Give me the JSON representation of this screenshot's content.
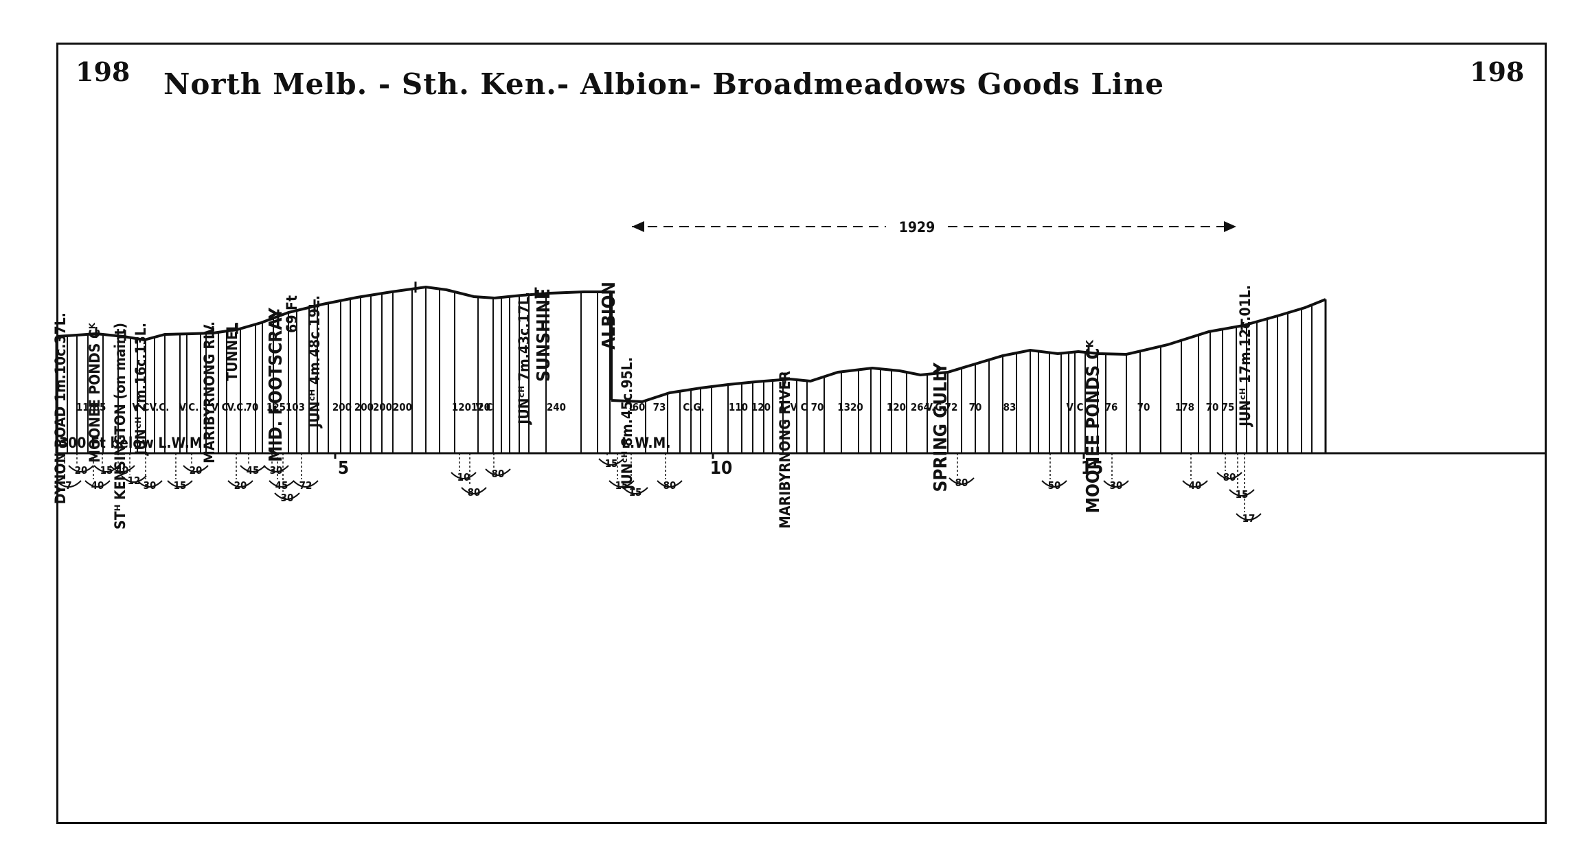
{
  "header": {
    "page_number_left": "198",
    "page_number_right": "198",
    "title": "North Melb. - Sth. Ken.- Albion- Broadmeadows Goods Line"
  },
  "profile": {
    "datum_label": "300 Ft below L.W.M.",
    "lwm_label": "L.W.M.",
    "bracket_year": "1929",
    "stations": [
      {
        "text": "DYNON ROAD 1m.10c.37L.",
        "cls": "lbl"
      },
      {
        "text": "MOONEE PONDS Cᴷ",
        "cls": "lbl"
      },
      {
        "text": "STᴴ KENSINGTON (on maint)",
        "cls": "lbl"
      },
      {
        "text": "JUNᶜᴴ 2m.16c.13L.",
        "cls": "lbl"
      },
      {
        "text": "MARIBYRNONG RIV.",
        "cls": "lbl"
      },
      {
        "text": "TUNNEL",
        "cls": "lbl"
      },
      {
        "text": "MID. FOOTSCRAY",
        "cls": "big"
      },
      {
        "text": "69 Ft",
        "cls": "lbl"
      },
      {
        "text": "JUNᶜᴴ 4m.48c.19L.",
        "cls": "lbl"
      },
      {
        "text": "JUNᶜᴴ 7m.43c.17L.",
        "cls": "lbl"
      },
      {
        "text": "SUNSHINE",
        "cls": "big"
      },
      {
        "text": "ALBION",
        "cls": "big"
      },
      {
        "text": "JUNᶜᴴ 8m.45c.95L.",
        "cls": "lbl"
      },
      {
        "text": "MARIBYRNONG RIVER",
        "cls": "lbl"
      },
      {
        "text": "SPRING GULLY",
        "cls": "big"
      },
      {
        "text": "MOONEE PONDS Cᴷ",
        "cls": "big"
      },
      {
        "text": "JUNᶜᴴ 17m.12c.01L.",
        "cls": "lbl"
      }
    ],
    "section_labels": [
      "118",
      "85",
      "V C",
      "V.C.",
      "V.C.",
      "V C",
      "V.C.",
      "70",
      "125",
      "103",
      "200",
      "200",
      "200",
      "200",
      "120",
      "120",
      "V C",
      "240",
      "L",
      "60",
      "73",
      "C.G.",
      "110",
      "120",
      "L",
      "V C",
      "70",
      "1320",
      "120",
      "264",
      "V.C.",
      "72",
      "70",
      "83",
      "V C",
      "76",
      "70",
      "178",
      "70",
      "75"
    ],
    "mileposts": [
      "5",
      "10",
      "15"
    ],
    "curve_radii": [
      "7",
      "20",
      "40",
      "15",
      "40",
      "12",
      "30",
      "15",
      "20",
      "20",
      "45",
      "30",
      "45",
      "30",
      "72",
      "10",
      "80",
      "80",
      "15",
      "15",
      "15",
      "80",
      "80",
      "50",
      "30",
      "40",
      "80",
      "15",
      "17"
    ]
  }
}
